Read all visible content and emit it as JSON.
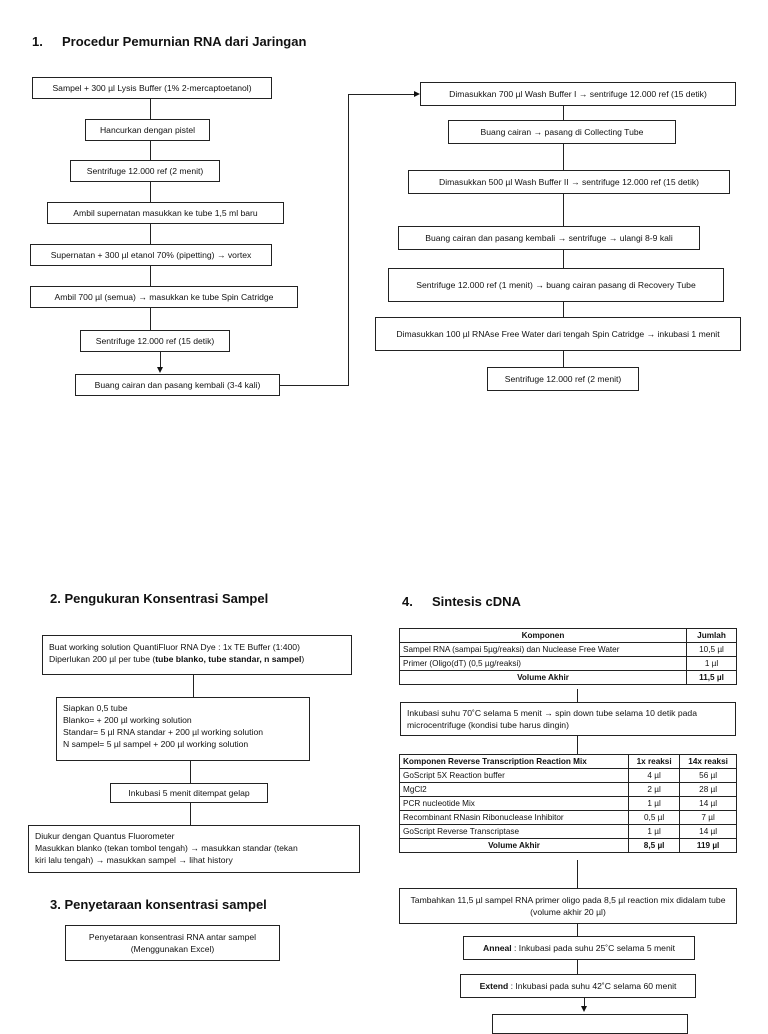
{
  "section1": {
    "number": "1.",
    "title": "Procedur Pemurnian RNA dari Jaringan",
    "left_steps": [
      "Sampel + 300 µl Lysis Buffer (1% 2-mercaptoetanol)",
      "Hancurkan dengan pistel",
      "Sentrifuge 12.000 ref (2 menit)",
      "Ambil supernatan masukkan ke tube 1,5 ml baru",
      "Supernatan + 300 µl etanol 70% (pipetting) → vortex",
      "Ambil 700 µl (semua) → masukkan ke tube Spin Catridge",
      "Sentrifuge 12.000 ref (15 detik)",
      "Buang cairan dan pasang kembali (3-4 kali)"
    ],
    "right_steps": [
      "Dimasukkan 700 µl Wash Buffer I → sentrifuge 12.000 ref (15 detik)",
      "Buang cairan → pasang di Collecting Tube",
      "Dimasukkan 500 µl Wash Buffer II → sentrifuge 12.000 ref (15 detik)",
      "Buang cairan dan pasang kembali → sentrifuge → ulangi 8-9 kali",
      "Sentrifuge 12.000 ref (1 menit) → buang cairan pasang di Recovery Tube",
      "Dimasukkan 100 µl RNAse Free Water dari tengah Spin Catridge → inkubasi 1 menit",
      "Sentrifuge 12.000 ref (2 menit)"
    ]
  },
  "section2": {
    "number": "2.",
    "title": "Pengukuran Konsentrasi Sampel",
    "box1_line1": "Buat working solution QuantiFluor RNA Dye : 1x TE Buffer (1:400)",
    "box1_line2_plain": "Diperlukan 200 µl per tube (",
    "box1_line2_bold": "tube blanko, tube standar, n sampel",
    "box1_line2_end": ")",
    "box2_lines": [
      "Siapkan 0,5 tube",
      "Blanko= + 200 µl working solution",
      "Standar= 5 µl RNA standar + 200 µl working solution",
      "N sampel= 5 µl sampel + 200 µl working solution"
    ],
    "box3": "Inkubasi 5 menit ditempat gelap",
    "box4_lines": [
      "Diukur dengan Quantus Fluorometer",
      "Masukkan blanko (tekan tombol tengah) → masukkan standar (tekan",
      "kiri lalu tengah) → masukkan sampel → lihat history"
    ]
  },
  "section3": {
    "number": "3.",
    "title": "Penyetaraan konsentrasi sampel",
    "box_line1": "Penyetaraan konsentrasi RNA antar sampel",
    "box_line2": "(Menggunakan Excel)"
  },
  "section4": {
    "number": "4.",
    "title": "Sintesis cDNA",
    "table1": {
      "headers": [
        "Komponen",
        "Jumlah"
      ],
      "rows": [
        [
          "Sampel RNA (sampai 5µg/reaksi) dan Nuclease Free Water",
          "10,5 µl"
        ],
        [
          "Primer (Oligo(dT) (0,5 µg/reaksi)",
          "1 µl"
        ]
      ],
      "total": [
        "Volume Akhir",
        "11,5 µl"
      ]
    },
    "incubation_box": "Inkubasi suhu 70˚C selama 5 menit → spin down tube selama 10 detik pada microcentrifuge (kondisi tube harus dingin)",
    "table2": {
      "headers": [
        "Komponen Reverse Transcription Reaction Mix",
        "1x reaksi",
        "14x reaksi"
      ],
      "rows": [
        [
          "GoScript 5X Reaction buffer",
          "4 µl",
          "56 µl"
        ],
        [
          "MgCl2",
          "2 µl",
          "28 µl"
        ],
        [
          "PCR nucleotide Mix",
          "1 µl",
          "14 µl"
        ],
        [
          "Recombinant RNasin Ribonuclease Inhibitor",
          "0,5 µl",
          "7 µl"
        ],
        [
          "GoScript Reverse Transcriptase",
          "1 µl",
          "14 µl"
        ]
      ],
      "total": [
        "Volume Akhir",
        "8,5 µl",
        "119 µl"
      ]
    },
    "mix_box": "Tambahkan 11,5 µl sampel RNA primer oligo pada 8,5 µl reaction mix didalam tube (volume akhir 20 µl)",
    "anneal_label": "Anneal",
    "anneal_text": " : Inkubasi pada suhu 25˚C selama 5 menit",
    "extend_label": "Extend",
    "extend_text": " : Inkubasi pada suhu 42˚C selama 60 menit"
  }
}
